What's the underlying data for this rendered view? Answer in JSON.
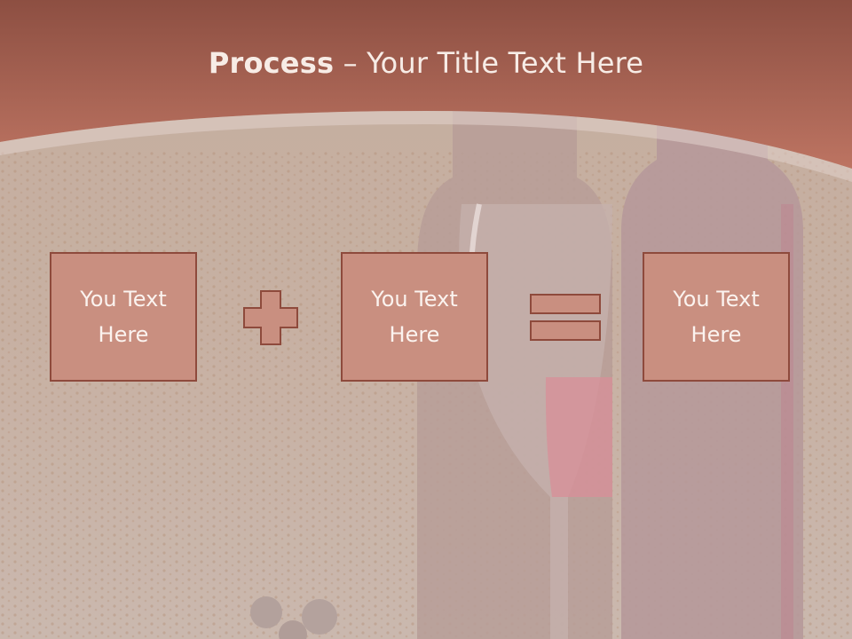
{
  "slide": {
    "title_bold": "Process",
    "title_dash": " – ",
    "title_rest": "Your Title Text Here"
  },
  "boxes": [
    {
      "label": "You Text Here"
    },
    {
      "label": "You Text Here"
    },
    {
      "label": "You Text Here"
    }
  ],
  "operators": [
    "plus-icon",
    "equals-icon"
  ],
  "colors": {
    "header": "#b56a5c",
    "box_fill": "#c98f80",
    "box_border": "#8e4a3c",
    "text_light": "#f7ece6"
  }
}
